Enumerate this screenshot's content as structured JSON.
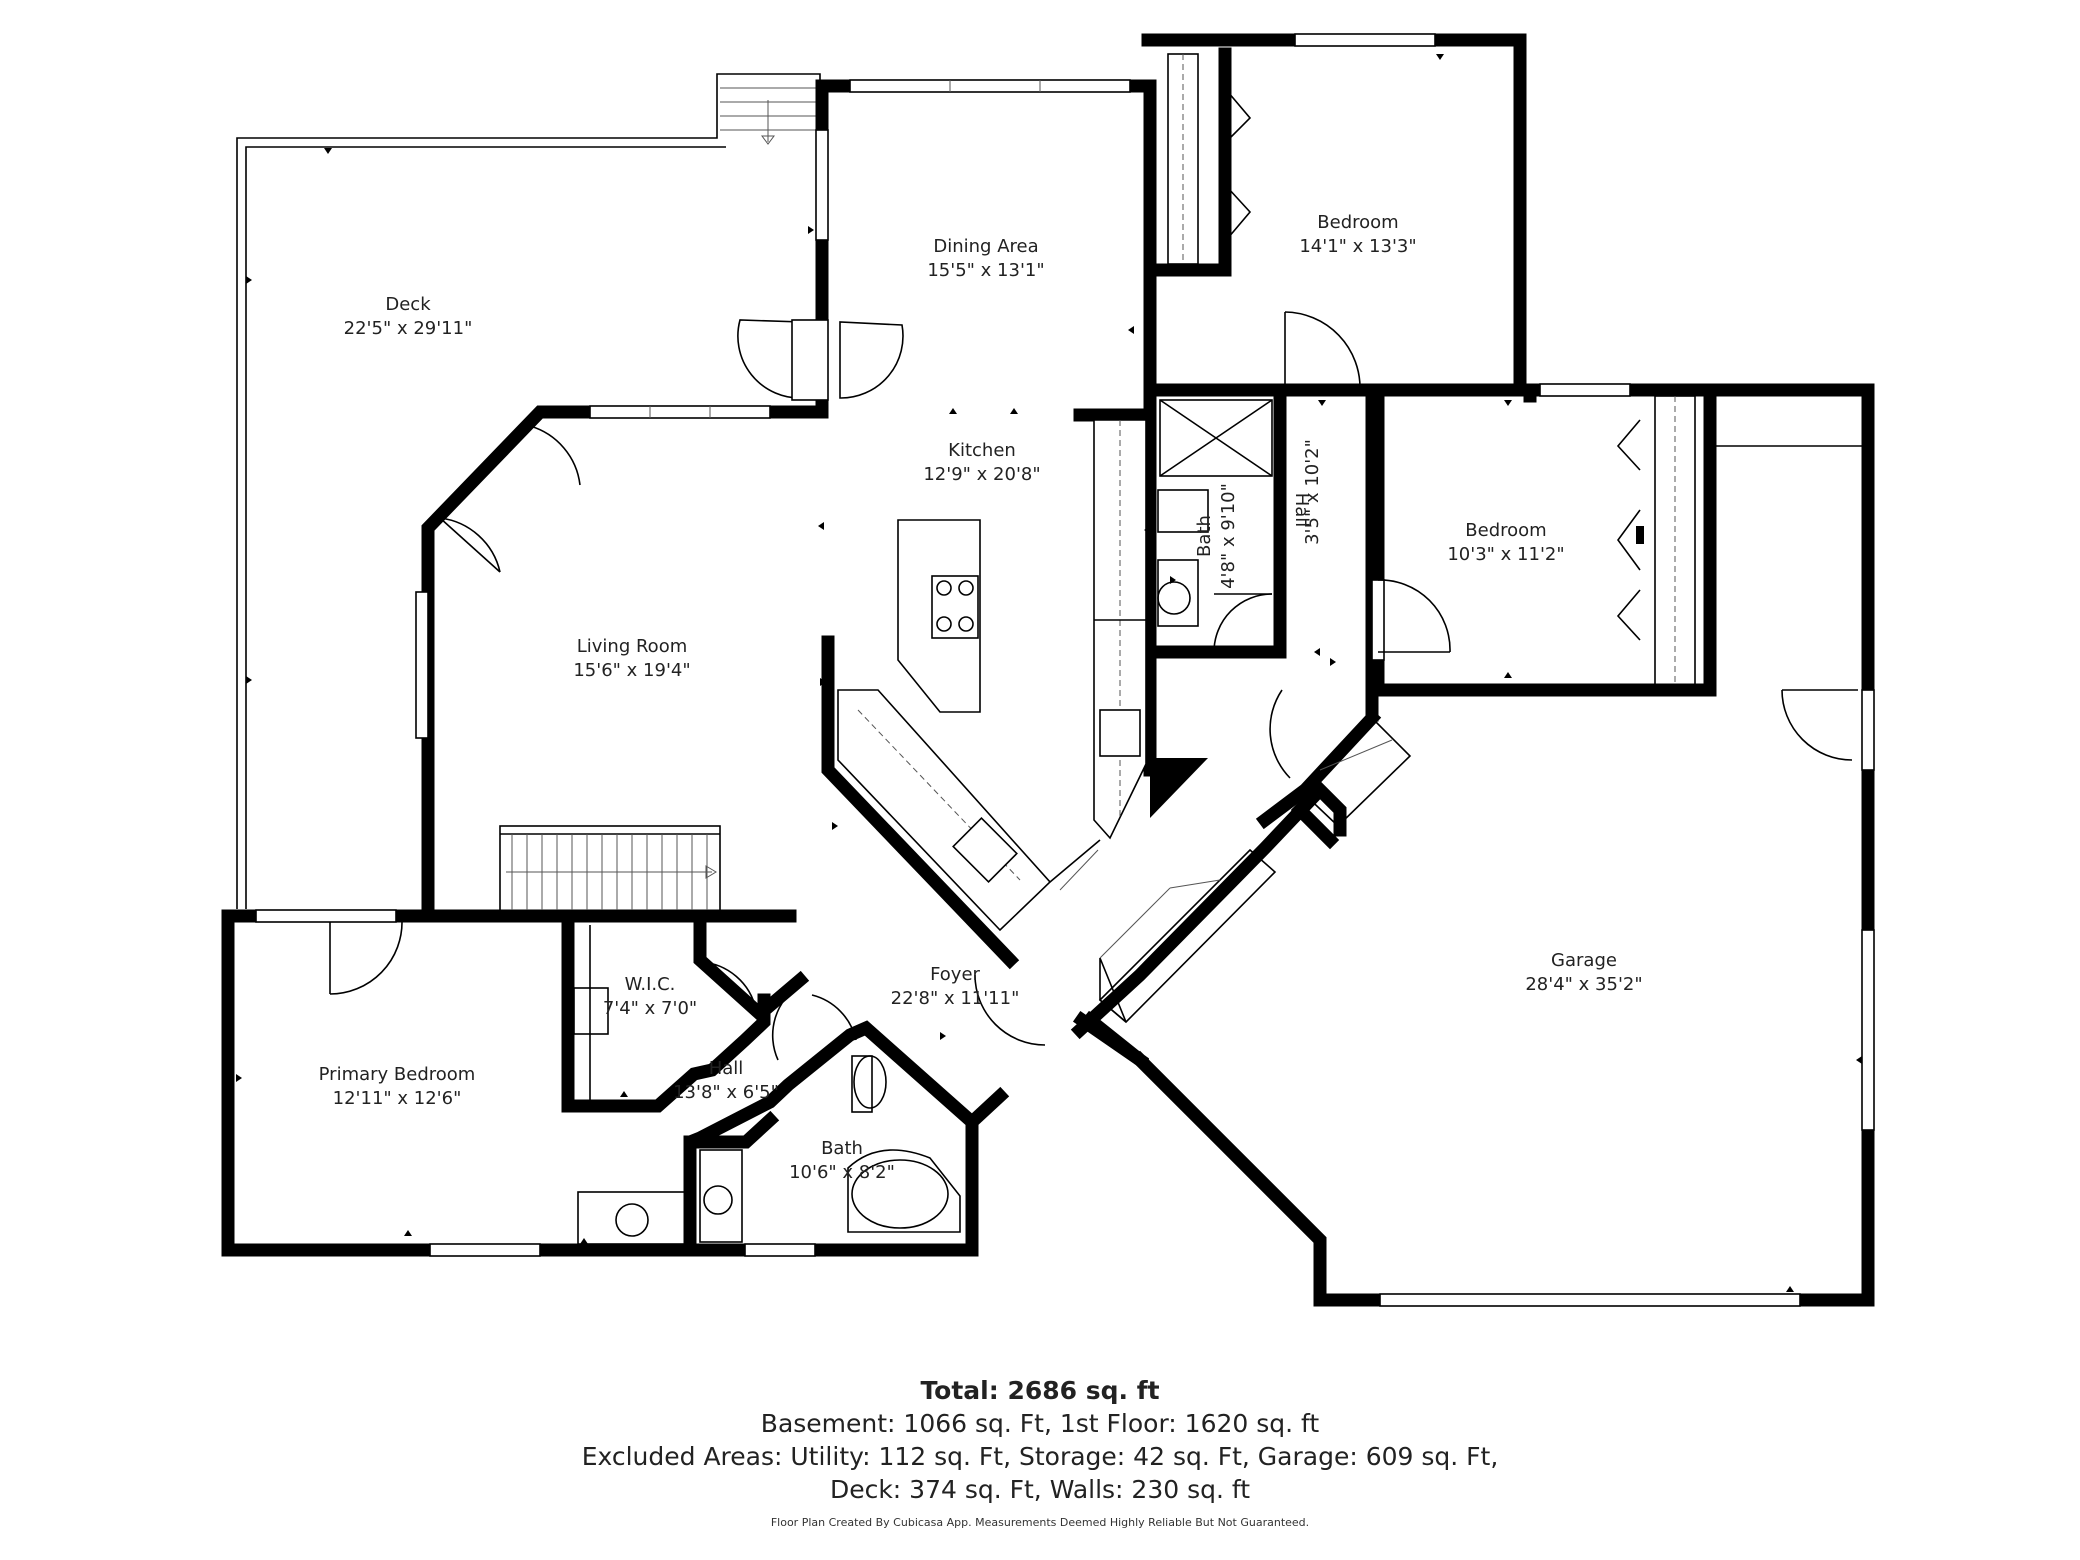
{
  "rooms": {
    "deck": {
      "name": "Deck",
      "dims": "22'5\" x 29'11\""
    },
    "dining": {
      "name": "Dining Area",
      "dims": "15'5\" x 13'1\""
    },
    "bedroom1": {
      "name": "Bedroom",
      "dims": "14'1\" x 13'3\""
    },
    "kitchen": {
      "name": "Kitchen",
      "dims": "12'9\" x 20'8\""
    },
    "bath_small": {
      "name": "Bath",
      "dims": "4'8\" x 9'10\""
    },
    "hall_vertical": {
      "name": "Hall",
      "dims": "3'5\" x 10'2\""
    },
    "bedroom2": {
      "name": "Bedroom",
      "dims": "10'3\" x 11'2\""
    },
    "living": {
      "name": "Living Room",
      "dims": "15'6\" x 19'4\""
    },
    "wic": {
      "name": "W.I.C.",
      "dims": "7'4\" x 7'0\""
    },
    "foyer": {
      "name": "Foyer",
      "dims": "22'8\" x 11'11\""
    },
    "garage": {
      "name": "Garage",
      "dims": "28'4\" x 35'2\""
    },
    "primary": {
      "name": "Primary Bedroom",
      "dims": "12'11\" x 12'6\""
    },
    "hall2": {
      "name": "Hall",
      "dims": "13'8\" x 6'5\""
    },
    "bath_primary": {
      "name": "Bath",
      "dims": "10'6\" x 8'2\""
    }
  },
  "summary": {
    "total": "Total: 2686 sq. ft",
    "line1": "Basement: 1066 sq. Ft, 1st Floor: 1620 sq. ft",
    "line2": "Excluded Areas: Utility: 112 sq. Ft, Storage: 42 sq. Ft, Garage: 609 sq. Ft,",
    "line3": "Deck: 374 sq. Ft, Walls: 230 sq. ft"
  },
  "disclaimer": "Floor Plan Created By Cubicasa App. Measurements Deemed Highly Reliable But Not Guaranteed."
}
